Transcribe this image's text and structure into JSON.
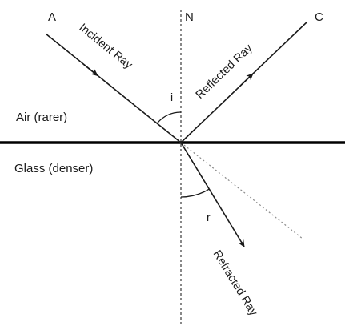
{
  "labels": {
    "point_a": "A",
    "normal": "N",
    "point_c": "C",
    "angle_i": "i",
    "angle_r": "r",
    "incident_ray": "Incident Ray",
    "reflected_ray": "Reflected Ray",
    "refracted_ray": "Refracted Ray",
    "medium_top": "Air (rarer)",
    "medium_bottom": "Glass (denser)"
  },
  "colors": {
    "ink": "#1a1a1a",
    "dotted": "#8a8a8a"
  }
}
